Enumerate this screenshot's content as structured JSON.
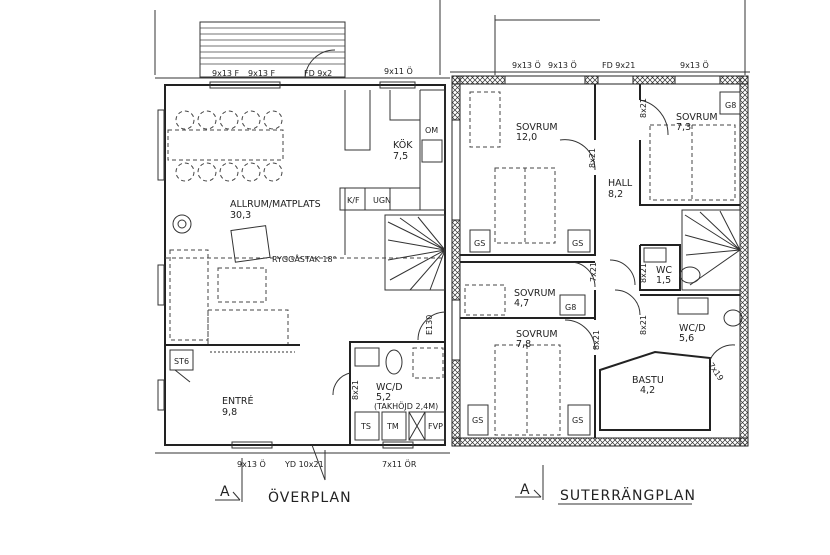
{
  "upper_plan": {
    "title": "ÖVERPLAN",
    "section_marker": "A",
    "windows_top": [
      "9x13 F",
      "9x13 F",
      "FD 9x2",
      "9x11 Ö"
    ],
    "windows_bottom": [
      "9x13 Ö",
      "YD 10x21",
      "7x11 ÖR"
    ],
    "rooms": [
      {
        "name": "ALLRUM/MATPLATS",
        "area": "30,3"
      },
      {
        "name": "KÖK",
        "area": "7,5"
      },
      {
        "name": "ENTRÉ",
        "area": "9,8"
      },
      {
        "name": "WC/D",
        "area": "5,2",
        "note": "(TAKHÖJD 2,4M)"
      }
    ],
    "fixtures": [
      "OM",
      "K/F",
      "UGN",
      "ST6",
      "TS",
      "TM",
      "FVP",
      "E130",
      "8x21"
    ],
    "note": "RYGGÅSTAK 18°"
  },
  "basement_plan": {
    "title": "SUTERRÄNGPLAN",
    "section_marker": "A",
    "windows_top": [
      "9x13 Ö",
      "9x13 Ö",
      "FD 9x21",
      "9x13 Ö"
    ],
    "rooms": [
      {
        "name": "SOVRUM",
        "area": "12,0"
      },
      {
        "name": "SOVRUM",
        "area": "7,3"
      },
      {
        "name": "HALL",
        "area": "8,2"
      },
      {
        "name": "WC",
        "area": "1,5"
      },
      {
        "name": "SOVRUM",
        "area": "4,7"
      },
      {
        "name": "SOVRUM",
        "area": "7,8"
      },
      {
        "name": "WC/D",
        "area": "5,6"
      },
      {
        "name": "BASTU",
        "area": "4,2"
      }
    ],
    "fixtures": [
      "G8",
      "GS",
      "8x21",
      "7x21",
      "7x19"
    ]
  }
}
